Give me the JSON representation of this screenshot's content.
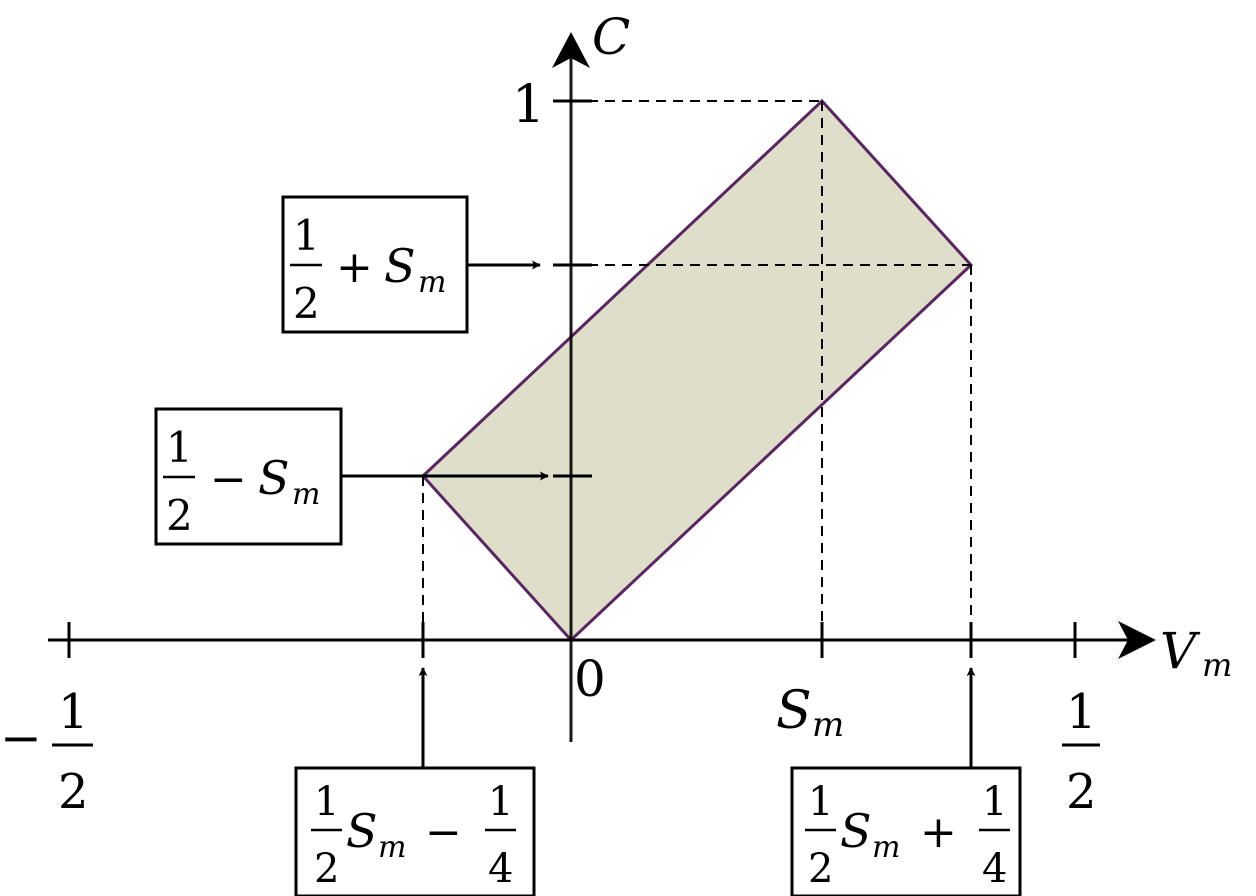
{
  "colors": {
    "region_fill": "#dedeca",
    "region_stroke": "#5a2560",
    "axis": "#000000",
    "guide": "#000000"
  },
  "axes": {
    "x_label_main": "V",
    "x_label_sub": "m",
    "y_label": "C"
  },
  "ticks": {
    "origin": "0",
    "one": "1",
    "sm_main": "S",
    "sm_sub": "m",
    "minus_sign": "−",
    "half_num": "1",
    "half_den": "2"
  },
  "boxes": {
    "upper_left": {
      "frac_num": "1",
      "frac_den": "2",
      "op": "+",
      "sym": "S",
      "sub": "m"
    },
    "lower_left": {
      "frac_num": "1",
      "frac_den": "2",
      "op": "−",
      "sym": "S",
      "sub": "m"
    },
    "bottom_left": {
      "coef_num": "1",
      "coef_den": "2",
      "sym": "S",
      "sub": "m",
      "op": "−",
      "const_num": "1",
      "const_den": "4"
    },
    "bottom_right": {
      "coef_num": "1",
      "coef_den": "2",
      "sym": "S",
      "sub": "m",
      "op": "+",
      "const_num": "1",
      "const_den": "4"
    }
  }
}
